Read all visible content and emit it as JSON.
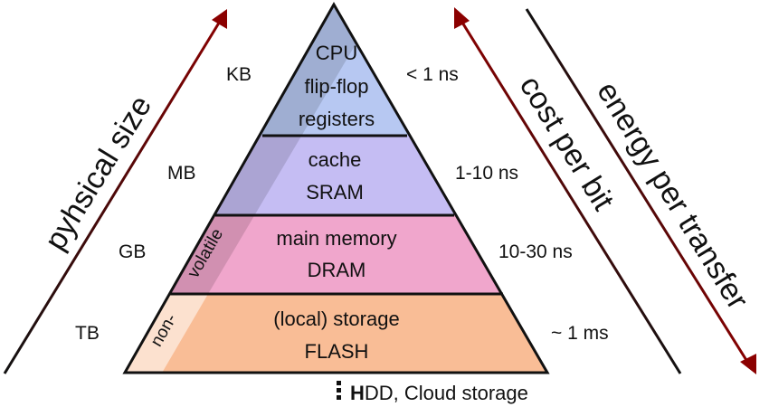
{
  "title": "Memory hierarchy pyramid",
  "colors": {
    "cpu": "#b7c8f2",
    "cpu_dark": "#9eaee0",
    "cache": "#c5bdf3",
    "cache_dark": "#a89ed9",
    "dram": "#f0a6cc",
    "dram_dark": "#d489b0",
    "flash": "#f9bd96",
    "flash_light": "#fde0cc",
    "arrow_red": "#8b0000",
    "arrow_black": "#111111",
    "outline": "#111111"
  },
  "tiers": [
    {
      "lines": [
        "CPU",
        "flip-flop",
        "registers"
      ],
      "size": "KB",
      "latency": "< 1 ns"
    },
    {
      "lines": [
        "cache",
        "SRAM"
      ],
      "size": "MB",
      "latency": "1-10 ns"
    },
    {
      "lines": [
        "main memory",
        "DRAM"
      ],
      "size": "GB",
      "latency": "10-30 ns"
    },
    {
      "lines": [
        "(local) storage",
        "FLASH"
      ],
      "size": "TB",
      "latency": "~ 1 ms"
    }
  ],
  "side_labels": {
    "volatile": "volatile",
    "non_volatile": "non-"
  },
  "footer": {
    "dots_icon": "vertical-ellipsis",
    "bold": "H",
    "rest": "DD, Cloud storage"
  },
  "arrows": {
    "left": "pyhsical size",
    "right1": "cost per bit",
    "right2": "energy per transfer"
  }
}
